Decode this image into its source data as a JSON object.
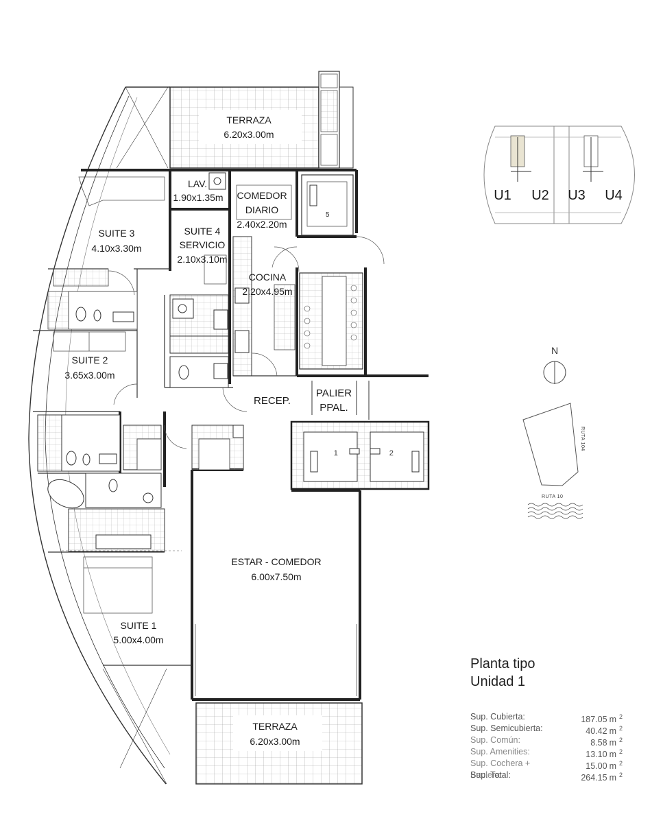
{
  "rooms": {
    "terraza_top": {
      "name": "TERRAZA",
      "dims": "6.20x3.00m"
    },
    "lav": {
      "name": "LAV.",
      "dims": "1.90x1.35m"
    },
    "comedor_diario": {
      "name": "COMEDOR",
      "name2": "DIARIO",
      "dims": "2.40x2.20m"
    },
    "suite3": {
      "name": "SUITE 3",
      "dims": "4.10x3.30m"
    },
    "suite4": {
      "name": "SUITE 4",
      "name2": "SERVICIO",
      "dims": "2.10x3.10m"
    },
    "cocina": {
      "name": "COCINA",
      "dims": "2.20x4.95m"
    },
    "suite2": {
      "name": "SUITE 2",
      "dims": "3.65x3.00m"
    },
    "recep": {
      "name": "RECEP."
    },
    "palier": {
      "name": "PALIER",
      "name2": "PPAL."
    },
    "estar": {
      "name": "ESTAR - COMEDOR",
      "dims": "6.00x7.50m"
    },
    "suite1": {
      "name": "SUITE 1",
      "dims": "5.00x4.00m"
    },
    "terraza_bottom": {
      "name": "TERRAZA",
      "dims": "6.20x3.00m"
    }
  },
  "elevators": {
    "e5": "5",
    "e1": "1",
    "e2": "2"
  },
  "key_plan": {
    "units": [
      "U1",
      "U2",
      "U3",
      "U4"
    ]
  },
  "compass": {
    "north": "N"
  },
  "location": {
    "road_side": "RUTA 104",
    "road_bottom": "RUTA 10"
  },
  "title": {
    "line1": "Planta tipo",
    "line2": "Unidad 1"
  },
  "areas": [
    {
      "label": "Sup. Cubierta:",
      "value": "187.05",
      "unit": "m",
      "exp": "2"
    },
    {
      "label": "Sup. Semicubierta:",
      "value": "40.42",
      "unit": "m",
      "exp": "2"
    },
    {
      "label": "Sup. Común:",
      "value": "8.58",
      "unit": "m",
      "exp": "2"
    },
    {
      "label": "Sup. Amenities:",
      "value": "13.10",
      "unit": "m",
      "exp": "2"
    },
    {
      "label": "Sup. Cochera + Baulera:",
      "value": "15.00",
      "unit": "m",
      "exp": "2"
    },
    {
      "label": "Sup. Total:",
      "value": "264.15",
      "unit": "m",
      "exp": "2"
    }
  ]
}
